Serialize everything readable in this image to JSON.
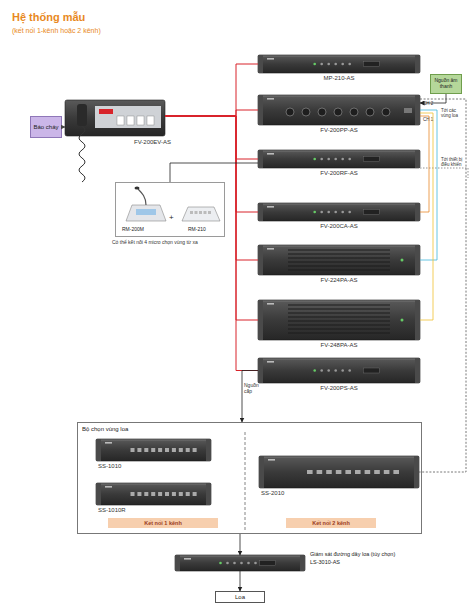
{
  "diagram": {
    "title": "Hệ thống mẫu",
    "nodes": [
      {
        "text": [
          "Báo cháy"
        ]
      },
      {
        "text": [
          "FV-200EV-AS"
        ]
      },
      {
        "text": [
          "MP-210-AS"
        ]
      },
      {
        "text": [
          "Nguồn âm thanh"
        ]
      },
      {
        "text": [
          "FV-200PP-AS"
        ]
      },
      {
        "text": [
          "FV-200RF-AS"
        ]
      },
      {
        "text": [
          "RM-200M",
          "+",
          "RM-210",
          "Có thể kết nối 4 micro chọn vùng từ xa"
        ]
      },
      {
        "text": [
          "FV-200CA-AS"
        ]
      },
      {
        "text": [
          "FV-224PA-AS"
        ]
      },
      {
        "text": [
          "FV-248PA-AS"
        ]
      },
      {
        "text": [
          "FV-200PS-AS"
        ]
      },
      {
        "text": [
          "Bộ chọn vùng loa"
        ]
      },
      {
        "text": [
          "SS-1010"
        ],
        "in": 11
      },
      {
        "text": [
          "SS-1010R"
        ],
        "in": 11
      },
      {
        "text": [
          "Kết nối 1 kênh"
        ],
        "in": 11
      },
      {
        "text": [
          "SS-2010"
        ],
        "in": 11
      },
      {
        "text": [
          "Kết nối 2 kênh"
        ],
        "in": 11
      },
      {
        "text": [
          "Giám sát đường dây loa (tùy chọn)",
          "LS-3010-AS"
        ]
      },
      {
        "text": [
          "Loa"
        ]
      }
    ],
    "edges": [
      {
        "from": 0,
        "to": 1,
        "arrow": "to"
      },
      {
        "from": 1,
        "to": 2,
        "arrow": "none"
      },
      {
        "from": 1,
        "to": 4,
        "arrow": "none"
      },
      {
        "from": 1,
        "to": 5,
        "arrow": "none"
      },
      {
        "from": 1,
        "to": 7,
        "arrow": "none"
      },
      {
        "from": 1,
        "to": 8,
        "arrow": "none"
      },
      {
        "from": 1,
        "to": 9,
        "arrow": "none"
      },
      {
        "from": 1,
        "to": 10,
        "arrow": "none"
      },
      {
        "from": 3,
        "to": 4,
        "arrow": "to"
      },
      {
        "from": 6,
        "to": 5,
        "arrow": "none"
      },
      {
        "from": 4,
        "to": 7,
        "arrow": "none"
      },
      {
        "from": 4,
        "to": 8,
        "arrow": "none"
      },
      {
        "from": 4,
        "to": 9,
        "arrow": "none"
      },
      {
        "from": 10,
        "to": 11,
        "arrow": "to"
      },
      {
        "from": 4,
        "to": 15,
        "arrow": "none"
      },
      {
        "from": 11,
        "to": 17,
        "arrow": "to"
      },
      {
        "from": 17,
        "to": 18,
        "arrow": "to"
      }
    ],
    "labels": [
      "(kết nối 1-kênh hoặc 2 kênh)",
      "CH 2",
      "CH 1",
      "Tới các vùng loa",
      "Tới thiết bị điều khiển",
      "Nguồn cấp",
      "hoặc"
    ]
  }
}
